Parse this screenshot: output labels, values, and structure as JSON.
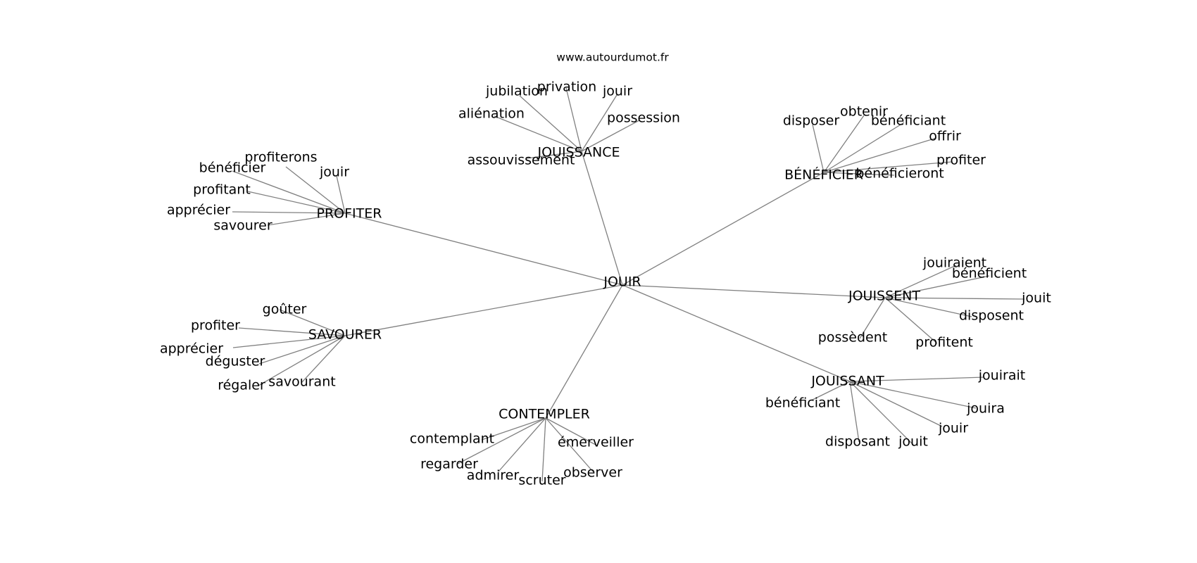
{
  "watermark": "www.autourdumot.fr",
  "colors": {
    "edge": "#808080",
    "text": "#000000",
    "background": "#ffffff"
  },
  "center": "JOUIR",
  "clusters": [
    {
      "hub": "JOUISSANCE",
      "words": [
        "jubilation",
        "privation",
        "jouir",
        "possession",
        "aliénation",
        "assouvissement"
      ]
    },
    {
      "hub": "BÉNÉFICIER",
      "words": [
        "disposer",
        "obtenir",
        "bénéficiant",
        "offrir",
        "profiter",
        "bénéficieront"
      ]
    },
    {
      "hub": "PROFITER",
      "words": [
        "profiterons",
        "jouir",
        "bénéficier",
        "profitant",
        "apprécier",
        "savourer"
      ]
    },
    {
      "hub": "JOUISSENT",
      "words": [
        "jouiraient",
        "bénéficient",
        "jouit",
        "disposent",
        "profitent",
        "possèdent"
      ]
    },
    {
      "hub": "SAVOURER",
      "words": [
        "goûter",
        "profiter",
        "apprécier",
        "déguster",
        "régaler",
        "savourant"
      ]
    },
    {
      "hub": "JOUISSANT",
      "words": [
        "jouirait",
        "jouira",
        "jouir",
        "jouit",
        "disposant",
        "bénéficiant"
      ]
    },
    {
      "hub": "CONTEMPLER",
      "words": [
        "contemplant",
        "regarder",
        "admirer",
        "scruter",
        "observer",
        "émerveiller"
      ]
    }
  ]
}
